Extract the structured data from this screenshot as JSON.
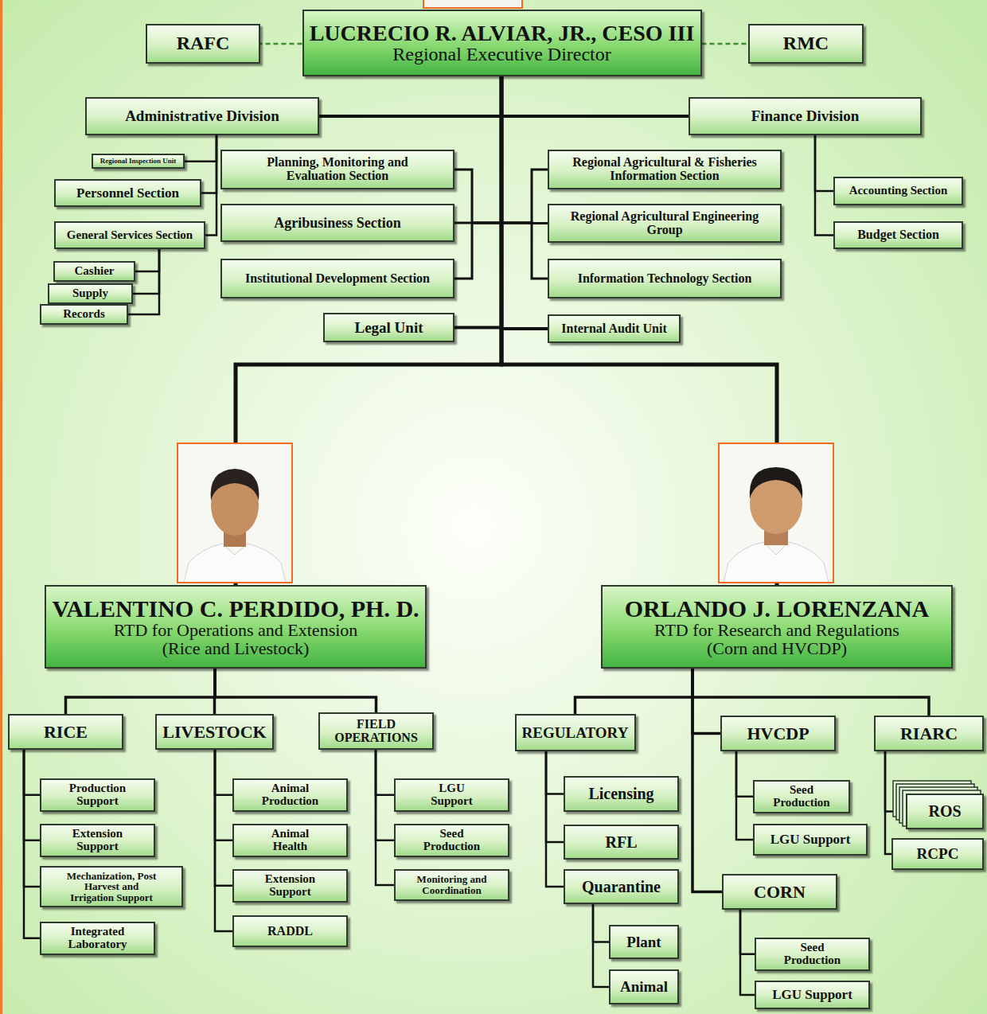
{
  "diagram": {
    "nodes": [
      {
        "text": [
          "RAFC"
        ]
      },
      {
        "text": [
          "LUCRECIO R. ALVIAR, JR., CESO III",
          "Regional Executive Director"
        ]
      },
      {
        "text": [
          "RMC"
        ]
      },
      {
        "text": [
          "Administrative Division"
        ]
      },
      {
        "text": [
          "Finance Division"
        ]
      },
      {
        "text": [
          "Regional Inspection Unit"
        ]
      },
      {
        "text": [
          "Personnel Section"
        ]
      },
      {
        "text": [
          "General Services Section"
        ]
      },
      {
        "text": [
          "Cashier"
        ]
      },
      {
        "text": [
          "Supply"
        ]
      },
      {
        "text": [
          "Records"
        ]
      },
      {
        "text": [
          "Planning, Monitoring and Evaluation Section"
        ]
      },
      {
        "text": [
          "Agribusiness Section"
        ]
      },
      {
        "text": [
          "Institutional Development Section"
        ]
      },
      {
        "text": [
          "Regional Agricultural & Fisheries Information Section"
        ]
      },
      {
        "text": [
          "Regional Agricultural Engineering Group"
        ]
      },
      {
        "text": [
          "Information Technology Section"
        ]
      },
      {
        "text": [
          "Accounting Section"
        ]
      },
      {
        "text": [
          "Budget Section"
        ]
      },
      {
        "text": [
          "Legal Unit"
        ]
      },
      {
        "text": [
          "Internal Audit Unit"
        ]
      },
      {
        "text": [
          "VALENTINO C. PERDIDO, PH. D.",
          "RTD for Operations and Extension",
          "(Rice and Livestock)"
        ]
      },
      {
        "text": [
          "ORLANDO J. LORENZANA",
          "RTD for Research and Regulations",
          "(Corn and HVCDP)"
        ]
      },
      {
        "text": [
          "RICE"
        ]
      },
      {
        "text": [
          "LIVESTOCK"
        ]
      },
      {
        "text": [
          "FIELD OPERATIONS"
        ]
      },
      {
        "text": [
          "Production Support"
        ]
      },
      {
        "text": [
          "Extension Support"
        ]
      },
      {
        "text": [
          "Mechanization, Post Harvest and Irrigation Support"
        ]
      },
      {
        "text": [
          "Integrated Laboratory"
        ]
      },
      {
        "text": [
          "Animal Production"
        ]
      },
      {
        "text": [
          "Animal Health"
        ]
      },
      {
        "text": [
          "Extension Support"
        ]
      },
      {
        "text": [
          "RADDL"
        ]
      },
      {
        "text": [
          "LGU Support"
        ]
      },
      {
        "text": [
          "Seed Production"
        ]
      },
      {
        "text": [
          "Monitoring and Coordination"
        ]
      },
      {
        "text": [
          "REGULATORY"
        ]
      },
      {
        "text": [
          "HVCDP"
        ]
      },
      {
        "text": [
          "RIARC"
        ]
      },
      {
        "text": [
          "Licensing"
        ]
      },
      {
        "text": [
          "RFL"
        ]
      },
      {
        "text": [
          "Quarantine"
        ]
      },
      {
        "text": [
          "Plant"
        ]
      },
      {
        "text": [
          "Animal"
        ]
      },
      {
        "text": [
          "Seed Production"
        ]
      },
      {
        "text": [
          "LGU Support"
        ]
      },
      {
        "text": [
          "CORN"
        ]
      },
      {
        "text": [
          "Seed Production"
        ]
      },
      {
        "text": [
          "LGU Support"
        ]
      },
      {
        "text": [
          "ROS"
        ]
      },
      {
        "text": [
          "RCPC"
        ]
      }
    ],
    "edges": [
      {
        "from": 1,
        "to": 0,
        "arrow": "none"
      },
      {
        "from": 1,
        "to": 2,
        "arrow": "none"
      },
      {
        "from": 1,
        "to": 3,
        "arrow": "none"
      },
      {
        "from": 1,
        "to": 4,
        "arrow": "none"
      },
      {
        "from": 3,
        "to": 5,
        "arrow": "none"
      },
      {
        "from": 3,
        "to": 6,
        "arrow": "none"
      },
      {
        "from": 3,
        "to": 7,
        "arrow": "none"
      },
      {
        "from": 7,
        "to": 8,
        "arrow": "none"
      },
      {
        "from": 7,
        "to": 9,
        "arrow": "none"
      },
      {
        "from": 7,
        "to": 10,
        "arrow": "none"
      },
      {
        "from": 1,
        "to": 11,
        "arrow": "none"
      },
      {
        "from": 1,
        "to": 12,
        "arrow": "none"
      },
      {
        "from": 1,
        "to": 13,
        "arrow": "none"
      },
      {
        "from": 1,
        "to": 14,
        "arrow": "none"
      },
      {
        "from": 1,
        "to": 15,
        "arrow": "none"
      },
      {
        "from": 1,
        "to": 16,
        "arrow": "none"
      },
      {
        "from": 4,
        "to": 17,
        "arrow": "none"
      },
      {
        "from": 4,
        "to": 18,
        "arrow": "none"
      },
      {
        "from": 1,
        "to": 19,
        "arrow": "none"
      },
      {
        "from": 1,
        "to": 20,
        "arrow": "none"
      },
      {
        "from": 1,
        "to": 21,
        "arrow": "none"
      },
      {
        "from": 1,
        "to": 22,
        "arrow": "none"
      },
      {
        "from": 21,
        "to": 23,
        "arrow": "none"
      },
      {
        "from": 21,
        "to": 24,
        "arrow": "none"
      },
      {
        "from": 21,
        "to": 25,
        "arrow": "none"
      },
      {
        "from": 23,
        "to": 26,
        "arrow": "none"
      },
      {
        "from": 23,
        "to": 27,
        "arrow": "none"
      },
      {
        "from": 23,
        "to": 28,
        "arrow": "none"
      },
      {
        "from": 23,
        "to": 29,
        "arrow": "none"
      },
      {
        "from": 24,
        "to": 30,
        "arrow": "none"
      },
      {
        "from": 24,
        "to": 31,
        "arrow": "none"
      },
      {
        "from": 24,
        "to": 32,
        "arrow": "none"
      },
      {
        "from": 24,
        "to": 33,
        "arrow": "none"
      },
      {
        "from": 25,
        "to": 34,
        "arrow": "none"
      },
      {
        "from": 25,
        "to": 35,
        "arrow": "none"
      },
      {
        "from": 25,
        "to": 36,
        "arrow": "none"
      },
      {
        "from": 22,
        "to": 37,
        "arrow": "none"
      },
      {
        "from": 22,
        "to": 38,
        "arrow": "none"
      },
      {
        "from": 22,
        "to": 47,
        "arrow": "none"
      },
      {
        "from": 22,
        "to": 39,
        "arrow": "none"
      },
      {
        "from": 37,
        "to": 40,
        "arrow": "none"
      },
      {
        "from": 37,
        "to": 41,
        "arrow": "none"
      },
      {
        "from": 37,
        "to": 42,
        "arrow": "none"
      },
      {
        "from": 42,
        "to": 43,
        "arrow": "none"
      },
      {
        "from": 42,
        "to": 44,
        "arrow": "none"
      },
      {
        "from": 38,
        "to": 45,
        "arrow": "none"
      },
      {
        "from": 38,
        "to": 46,
        "arrow": "none"
      },
      {
        "from": 47,
        "to": 48,
        "arrow": "none"
      },
      {
        "from": 47,
        "to": 49,
        "arrow": "none"
      },
      {
        "from": 39,
        "to": 50,
        "arrow": "none"
      },
      {
        "from": 39,
        "to": 51,
        "arrow": "none"
      }
    ]
  }
}
